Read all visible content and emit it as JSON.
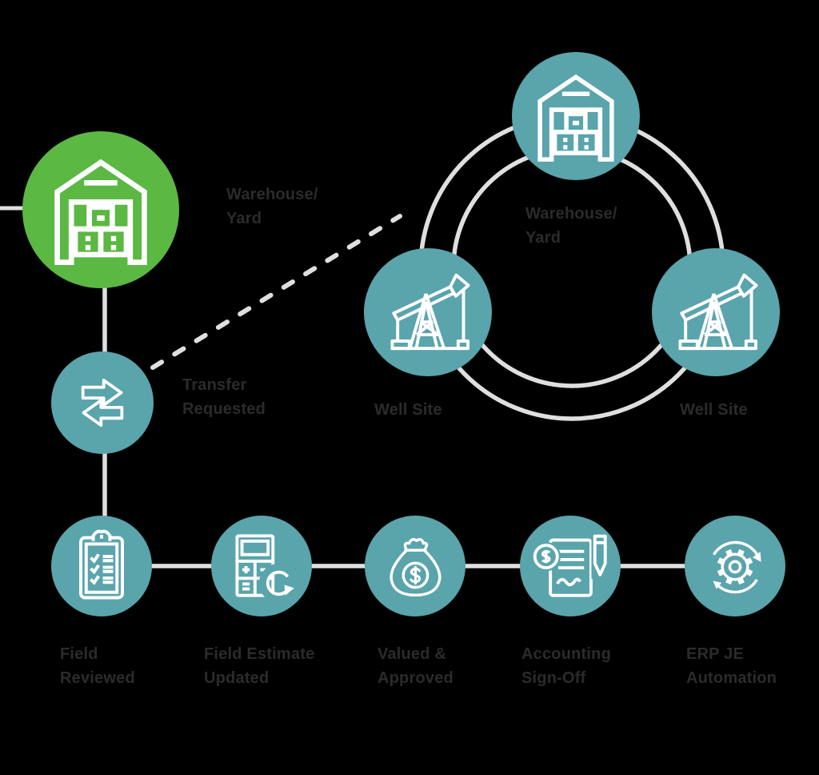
{
  "colors": {
    "canvas_bg": "#000000",
    "green": "#5BB843",
    "teal": "#5AA4AC",
    "line_gray": "#DFDFDF",
    "label_text": "#2B2B2B",
    "icon_stroke": "#FFFFFF"
  },
  "left_flow": {
    "warehouse_node": {
      "icon": "warehouse-icon",
      "label": "Warehouse/\nYard"
    },
    "transfer_node": {
      "icon": "transfer-arrows-icon",
      "label": "Transfer\nRequested"
    }
  },
  "network": {
    "center_label": "Warehouse/\nYard",
    "top_node": {
      "icon": "warehouse-icon"
    },
    "left_node": {
      "icon": "pump-jack-icon",
      "label": "Well Site"
    },
    "right_node": {
      "icon": "pump-jack-icon",
      "label": "Well Site"
    }
  },
  "process_steps": [
    {
      "icon": "clipboard-checklist-icon",
      "label": "Field\nReviewed"
    },
    {
      "icon": "calculator-refresh-icon",
      "label": "Field Estimate\nUpdated"
    },
    {
      "icon": "money-bag-icon",
      "label": "Valued &\nApproved"
    },
    {
      "icon": "document-signature-icon",
      "label": "Accounting\nSign-Off"
    },
    {
      "icon": "gear-sync-icon",
      "label": "ERP JE\nAutomation"
    }
  ]
}
